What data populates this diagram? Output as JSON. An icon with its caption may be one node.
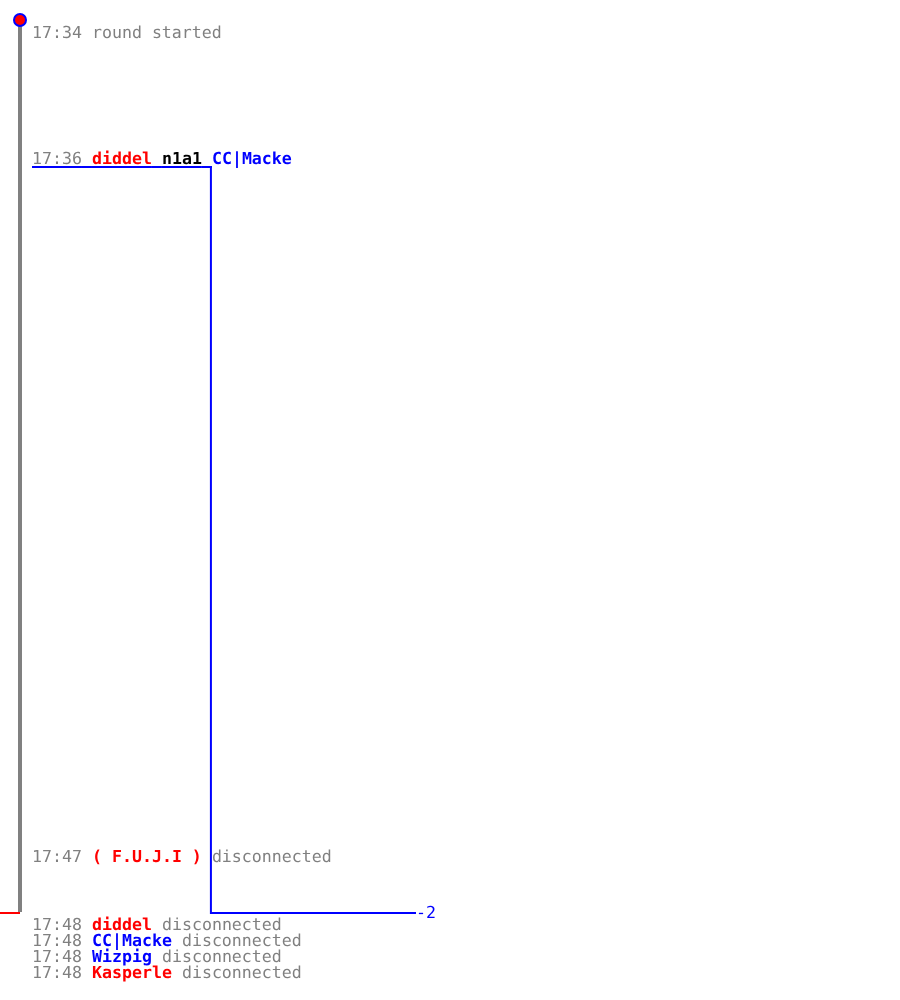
{
  "diagram": {
    "nodes": [
      {
        "text": [
          "CC|Macke"
        ]
      },
      {
        "text": [
          "-2"
        ]
      }
    ],
    "edges": [
      {
        "from": 0,
        "to": 1,
        "arrow": "none"
      }
    ],
    "labels": [
      "17:34 round started",
      "17:36",
      "diddel",
      "n1a1",
      "17:47",
      "( F.U.J.I )",
      "disconnected",
      "17:48",
      "diddel",
      "disconnected",
      "17:48",
      "CC|Macke",
      "disconnected",
      "17:48",
      "Wizpig",
      "disconnected",
      "17:48",
      "Kasperle",
      "disconnected"
    ]
  }
}
